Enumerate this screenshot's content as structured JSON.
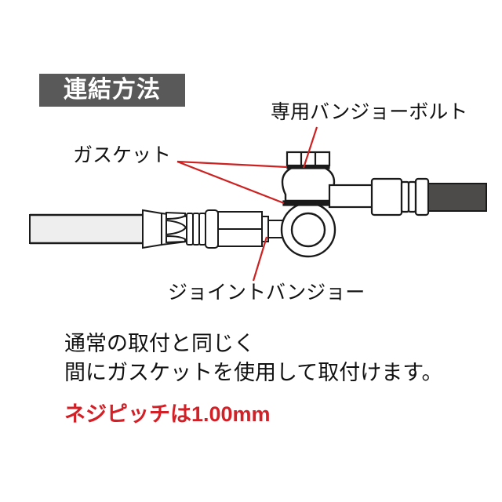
{
  "banner": {
    "title": "連結方法"
  },
  "callouts": [
    {
      "id": "banjo-bolt",
      "label": "専用バンジョーボルト",
      "leader_color": "#cc2222"
    },
    {
      "id": "gasket",
      "label": "ガスケット",
      "leader_color": "#cc2222"
    },
    {
      "id": "joint-banjo",
      "label": "ジョイントバンジョー",
      "leader_color": "#cc2222"
    }
  ],
  "description": {
    "line1": "通常の取付と同じく",
    "line2": "間にガスケットを使用して取付けます。"
  },
  "pitch_note": {
    "text": "ネジピッチは1.00mm",
    "color": "#d31f26"
  },
  "diagram": {
    "title": "banjo-bolt-assembly-diagram",
    "parts": [
      {
        "name": "left-hose",
        "fill": "#eeeeee",
        "stroke": "#1a1a1a"
      },
      {
        "name": "left-hose-crimp-sleeve",
        "fill": "#ffffff",
        "stroke": "#1a1a1a"
      },
      {
        "name": "left-hose-ferrule-rings",
        "fill": "#ffffff",
        "stroke": "#1a1a1a"
      },
      {
        "name": "joint-banjo-body",
        "fill": "#ffffff",
        "stroke": "#1a1a1a"
      },
      {
        "name": "banjo-eye-ring",
        "fill": "#ffffff",
        "stroke": "#1a1a1a"
      },
      {
        "name": "upper-gasket-washer",
        "fill": "#1a1a1a",
        "stroke": "#1a1a1a"
      },
      {
        "name": "lower-gasket-washer",
        "fill": "#1a1a1a",
        "stroke": "#1a1a1a"
      },
      {
        "name": "banjo-bolt-head",
        "fill": "#ffffff",
        "stroke": "#1a1a1a"
      },
      {
        "name": "banjo-sphere-body",
        "fill": "#ffffff",
        "stroke": "#1a1a1a"
      },
      {
        "name": "connector-tube",
        "fill": "#ffffff",
        "stroke": "#1a1a1a"
      },
      {
        "name": "right-fitting-block",
        "fill": "#ffffff",
        "stroke": "#1a1a1a"
      },
      {
        "name": "right-ferrule-rings",
        "fill": "#ffffff",
        "stroke": "#1a1a1a"
      },
      {
        "name": "right-hose",
        "fill": "#4d4a4a",
        "stroke": "#1a1a1a"
      }
    ],
    "colors": {
      "line": "#1a1a1a",
      "light_hose": "#eeeeee",
      "dark_hose": "#4d4a4a",
      "leader": "#cc2222",
      "banner_bg": "#595959",
      "accent_red": "#d31f26"
    }
  }
}
